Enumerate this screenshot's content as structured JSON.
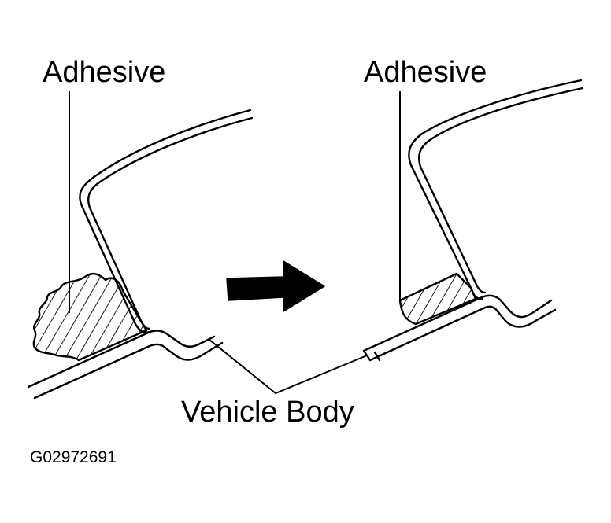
{
  "labels": {
    "adhesive_before": "Adhesive",
    "adhesive_after": "Adhesive",
    "vehicle_body": "Vehicle Body",
    "figure_code": "G02972691"
  },
  "icons": {
    "arrow": "right-arrow-icon"
  },
  "colors": {
    "ink": "#000000",
    "paper": "#ffffff"
  }
}
